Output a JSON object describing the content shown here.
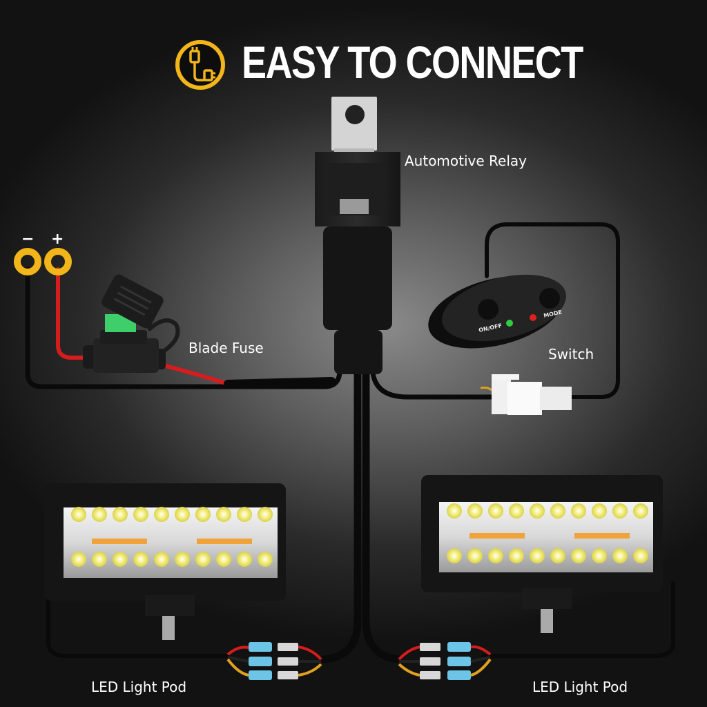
{
  "header": {
    "title": "EASY TO CONNECT",
    "icon": "plug-cable-icon",
    "accent_color": "#f2b51a"
  },
  "battery": {
    "negative_label": "−",
    "positive_label": "+",
    "terminal_color": "#f2b51a"
  },
  "components": {
    "relay": {
      "label": "Automotive Relay"
    },
    "fuse": {
      "label": "Blade Fuse",
      "fuse_color": "#3ecf6a"
    },
    "switch": {
      "label": "Switch",
      "buttons": [
        {
          "label": "ON/OFF",
          "led_color": "#2ecc40"
        },
        {
          "label": "MODE",
          "led_color": "#e02020"
        }
      ]
    },
    "pods": [
      {
        "label": "LED Light Pod",
        "position": "left"
      },
      {
        "label": "LED Light Pod",
        "position": "right"
      }
    ]
  },
  "wire_colors": {
    "positive": "#d61c1c",
    "ground": "#111111",
    "signal": "#e0a020",
    "female_connector": "#6cc4e6",
    "male_connector": "#d8d8d8"
  }
}
